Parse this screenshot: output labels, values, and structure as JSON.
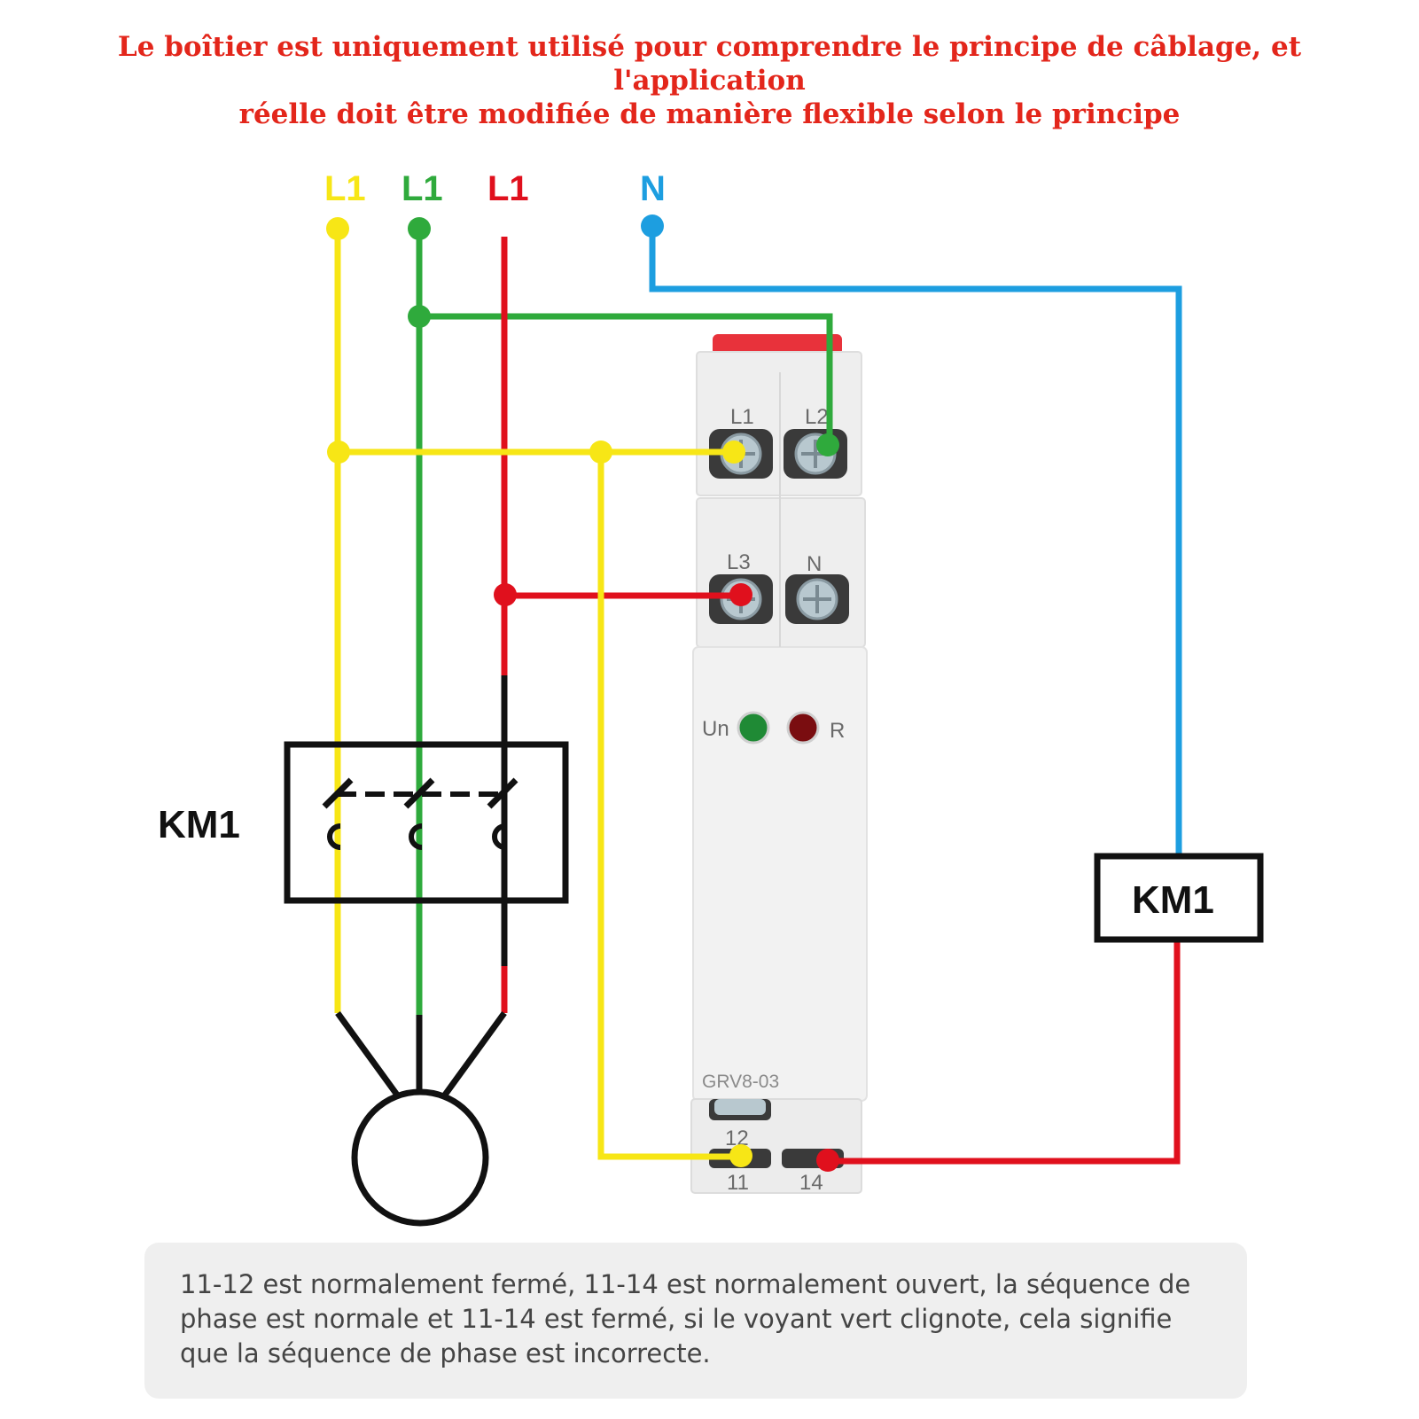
{
  "title": {
    "line1": "Le boîtier est uniquement utilisé pour comprendre le principe de câblage, et l'application",
    "line2": "réelle doit être modifiée de manière flexible selon le principe"
  },
  "supply_labels": [
    "L1",
    "L1",
    "L1",
    "N"
  ],
  "colors": {
    "yellow": "#f7e616",
    "green": "#2faa3c",
    "red": "#e0101d",
    "blue": "#1d9ee0",
    "black": "#111111",
    "title_red": "#e3261b"
  },
  "relay": {
    "model": "GRV8-03",
    "top_terminals": [
      "L1",
      "L2"
    ],
    "middle_terminals": [
      "L3",
      "N"
    ],
    "indicators": [
      "Un",
      "R"
    ],
    "bottom_terminals_top": "12",
    "bottom_terminals": [
      "11",
      "14"
    ]
  },
  "contactor_contacts_label": "KM1",
  "coil_label": "KM1",
  "note": "11-12 est normalement fermé, 11-14 est normalement ouvert, la séquence de phase est normale et 11-14 est fermé, si le voyant vert clignote, cela signifie que la séquence de phase est incorrecte."
}
